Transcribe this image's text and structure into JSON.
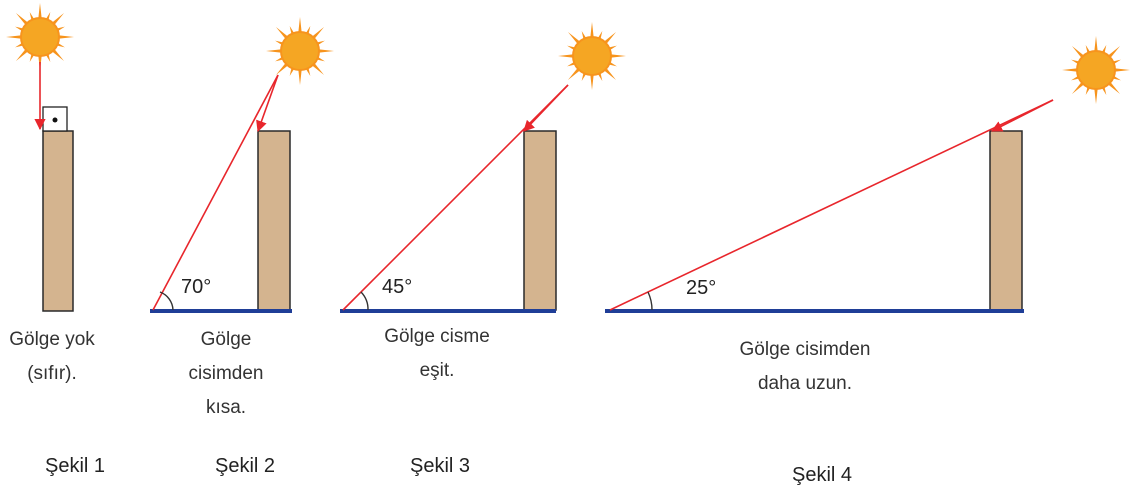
{
  "colors": {
    "object_fill": "#d4b48f",
    "object_stroke": "#2a2a2a",
    "ray": "#e8262c",
    "ground": "#1f3e97",
    "sun_core": "#f5a623",
    "sun_rays": "#f7941d",
    "text": "#333333"
  },
  "icons": {
    "sun": "sun-icon",
    "right_angle": "right-angle-marker-icon"
  },
  "figures": [
    {
      "id": "sekil-1",
      "label": "Şekil 1",
      "sun_angle_deg": 90,
      "angle_label": "",
      "caption_lines": [
        "Gölge yok",
        "(sıfır)."
      ]
    },
    {
      "id": "sekil-2",
      "label": "Şekil 2",
      "sun_angle_deg": 70,
      "angle_label": "70°",
      "caption_lines": [
        "Gölge",
        "cisimden",
        "kısa."
      ]
    },
    {
      "id": "sekil-3",
      "label": "Şekil 3",
      "sun_angle_deg": 45,
      "angle_label": "45°",
      "caption_lines": [
        "Gölge cisme",
        "eşit."
      ]
    },
    {
      "id": "sekil-4",
      "label": "Şekil 4",
      "sun_angle_deg": 25,
      "angle_label": "25°",
      "caption_lines": [
        "Gölge cisimden",
        "daha uzun."
      ]
    }
  ]
}
